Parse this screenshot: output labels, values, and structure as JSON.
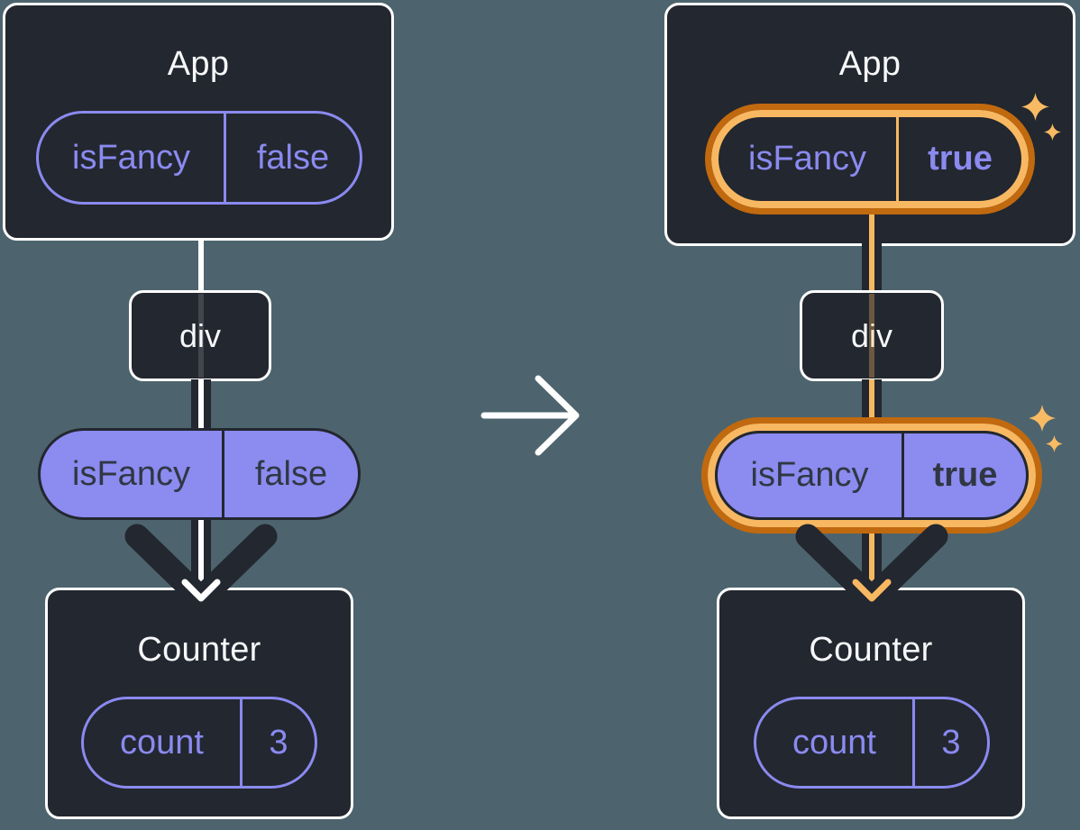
{
  "colors": {
    "bg": "#4D646E",
    "boxFill": "#23272F",
    "boxBorder": "#FFFFFF",
    "titleText": "#F6F7F9",
    "purple": "#8A8AF0",
    "purpleFill": "#8B8BF0",
    "darkText": "#303743",
    "orangeDark": "#C1690F",
    "orangeLight": "#F8B862",
    "sparkle": "#F8BB63"
  },
  "before": {
    "app": {
      "title": "App",
      "prop": {
        "name": "isFancy",
        "value": "false"
      }
    },
    "div": {
      "label": "div"
    },
    "prop_pill": {
      "name": "isFancy",
      "value": "false"
    },
    "counter": {
      "title": "Counter",
      "state": {
        "name": "count",
        "value": "3"
      }
    }
  },
  "after": {
    "app": {
      "title": "App",
      "prop": {
        "name": "isFancy",
        "value": "true"
      }
    },
    "div": {
      "label": "div"
    },
    "prop_pill": {
      "name": "isFancy",
      "value": "true"
    },
    "counter": {
      "title": "Counter",
      "state": {
        "name": "count",
        "value": "3"
      }
    }
  }
}
